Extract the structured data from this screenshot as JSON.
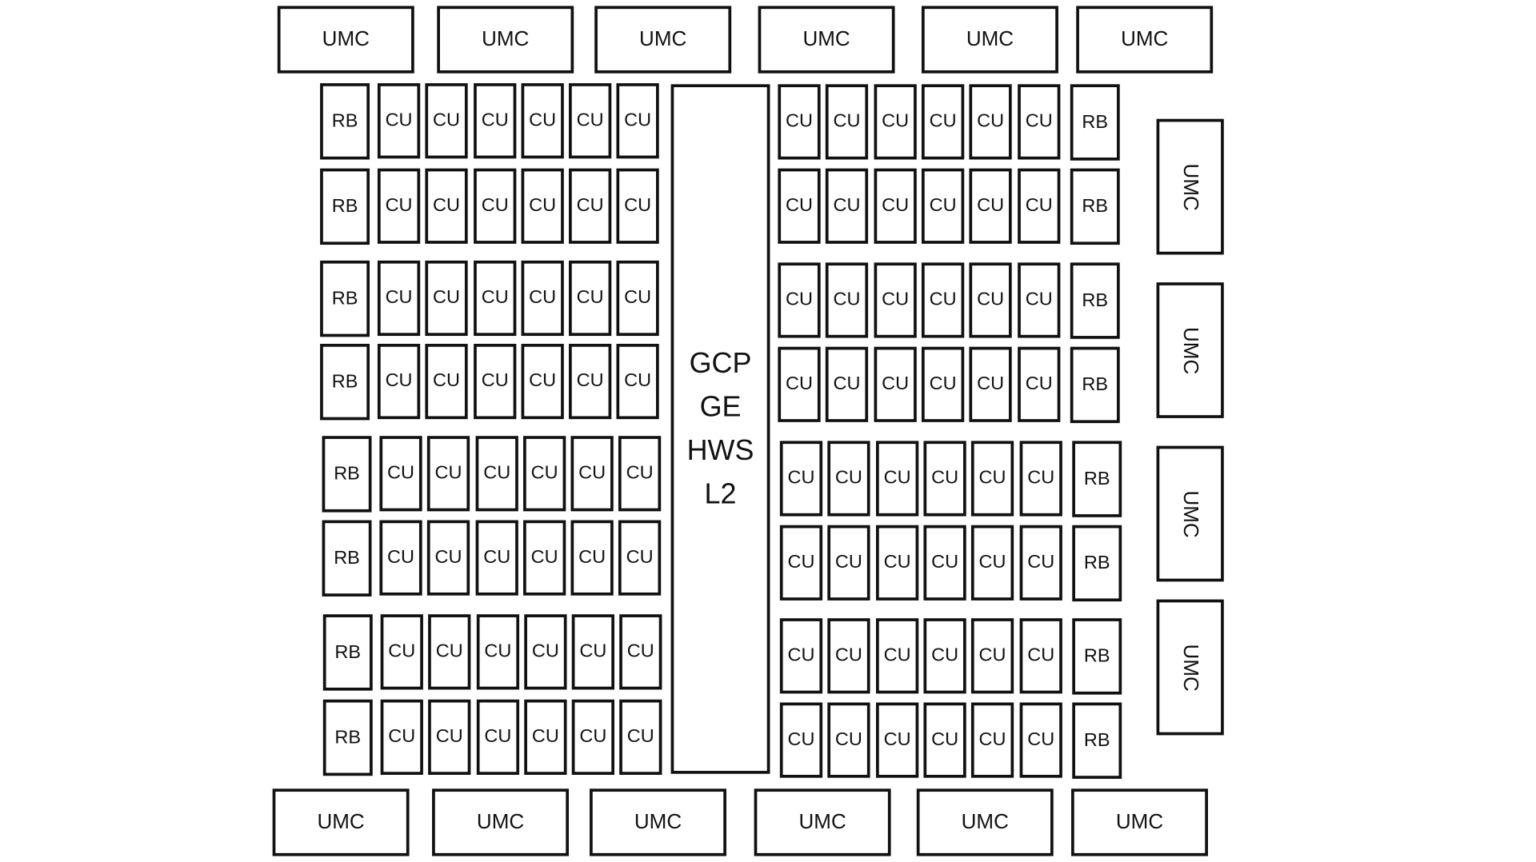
{
  "top_umcs": [
    "UMC",
    "UMC",
    "UMC",
    "UMC",
    "UMC",
    "UMC"
  ],
  "bottom_umcs": [
    "UMC",
    "UMC",
    "UMC",
    "UMC",
    "UMC",
    "UMC"
  ],
  "right_umcs": [
    "UMC",
    "UMC",
    "UMC",
    "UMC"
  ],
  "center_block": {
    "lines": [
      "GCP",
      "GE",
      "HWS",
      "L2"
    ]
  },
  "left_rows": [
    {
      "rb": "RB",
      "cus": [
        "CU",
        "CU",
        "CU",
        "CU",
        "CU",
        "CU"
      ]
    },
    {
      "rb": "RB",
      "cus": [
        "CU",
        "CU",
        "CU",
        "CU",
        "CU",
        "CU"
      ]
    },
    {
      "rb": "RB",
      "cus": [
        "CU",
        "CU",
        "CU",
        "CU",
        "CU",
        "CU"
      ]
    },
    {
      "rb": "RB",
      "cus": [
        "CU",
        "CU",
        "CU",
        "CU",
        "CU",
        "CU"
      ]
    },
    {
      "rb": "RB",
      "cus": [
        "CU",
        "CU",
        "CU",
        "CU",
        "CU",
        "CU"
      ]
    },
    {
      "rb": "RB",
      "cus": [
        "CU",
        "CU",
        "CU",
        "CU",
        "CU",
        "CU"
      ]
    },
    {
      "rb": "RB",
      "cus": [
        "CU",
        "CU",
        "CU",
        "CU",
        "CU",
        "CU"
      ]
    },
    {
      "rb": "RB",
      "cus": [
        "CU",
        "CU",
        "CU",
        "CU",
        "CU",
        "CU"
      ]
    }
  ],
  "right_rows": [
    {
      "rb": "RB",
      "cus": [
        "CU",
        "CU",
        "CU",
        "CU",
        "CU",
        "CU"
      ]
    },
    {
      "rb": "RB",
      "cus": [
        "CU",
        "CU",
        "CU",
        "CU",
        "CU",
        "CU"
      ]
    },
    {
      "rb": "RB",
      "cus": [
        "CU",
        "CU",
        "CU",
        "CU",
        "CU",
        "CU"
      ]
    },
    {
      "rb": "RB",
      "cus": [
        "CU",
        "CU",
        "CU",
        "CU",
        "CU",
        "CU"
      ]
    },
    {
      "rb": "RB",
      "cus": [
        "CU",
        "CU",
        "CU",
        "CU",
        "CU",
        "CU"
      ]
    },
    {
      "rb": "RB",
      "cus": [
        "CU",
        "CU",
        "CU",
        "CU",
        "CU",
        "CU"
      ]
    },
    {
      "rb": "RB",
      "cus": [
        "CU",
        "CU",
        "CU",
        "CU",
        "CU",
        "CU"
      ]
    },
    {
      "rb": "RB",
      "cus": [
        "CU",
        "CU",
        "CU",
        "CU",
        "CU",
        "CU"
      ]
    }
  ]
}
